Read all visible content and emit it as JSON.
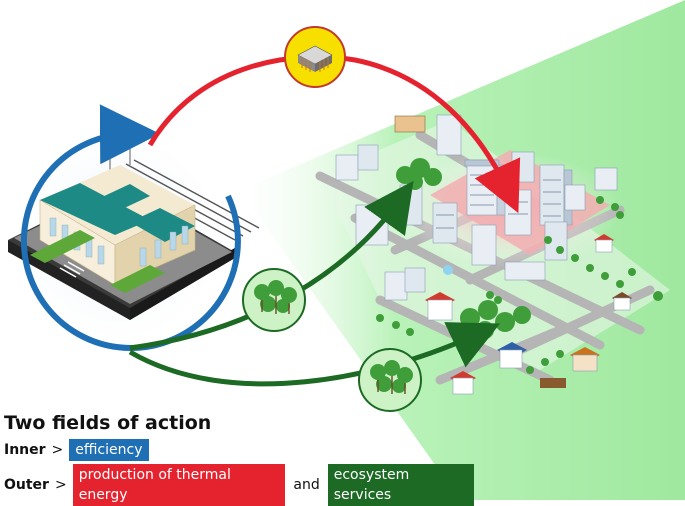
{
  "legend": {
    "title": "Two fields of action",
    "inner_label": "Inner",
    "outer_label": "Outer",
    "separator": ">",
    "inner_tag": "efficiency",
    "outer_tag_1": "production of thermal energy",
    "conjunction": "and",
    "outer_tag_2": "ecosystem services"
  },
  "colors": {
    "inner_blue": "#1f6fb5",
    "thermal_red": "#e4232f",
    "ecosystem_green": "#1d6a24",
    "light_green_field": "#b8f0b8",
    "sun_yellow": "#f7e000"
  },
  "icons": [
    "data-center-icon",
    "tree-cluster-icon",
    "train-station-icon",
    "city-icon"
  ]
}
